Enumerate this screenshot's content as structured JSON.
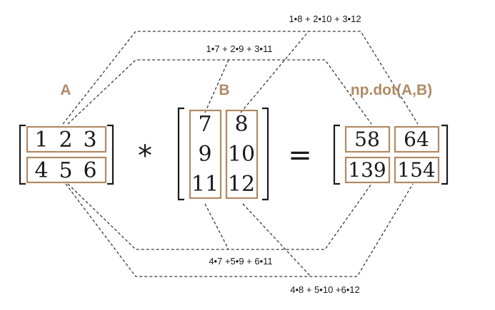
{
  "colors": {
    "accent": "#b08a64",
    "ink": "#1a1a1a",
    "dash": "#3a3a3a"
  },
  "labels": {
    "a": "A",
    "b": "B",
    "result": "np.dot(A,B)"
  },
  "operators": {
    "multiply": "*",
    "equals": "="
  },
  "matrix_a": {
    "rows": [
      [
        "1",
        "2",
        "3"
      ],
      [
        "4",
        "5",
        "6"
      ]
    ]
  },
  "matrix_b": {
    "columns": [
      [
        "7",
        "9",
        "11"
      ],
      [
        "8",
        "10",
        "12"
      ]
    ]
  },
  "matrix_c": {
    "rows": [
      [
        "58",
        "64"
      ],
      [
        "139",
        "154"
      ]
    ]
  },
  "formulas": {
    "c11": "1•7 + 2•9 + 3•11",
    "c12": "1•8 + 2•10 + 3•12",
    "c21": "4•7 +5•9 + 6•11",
    "c22": "4•8 + 5•10 +6•12"
  }
}
